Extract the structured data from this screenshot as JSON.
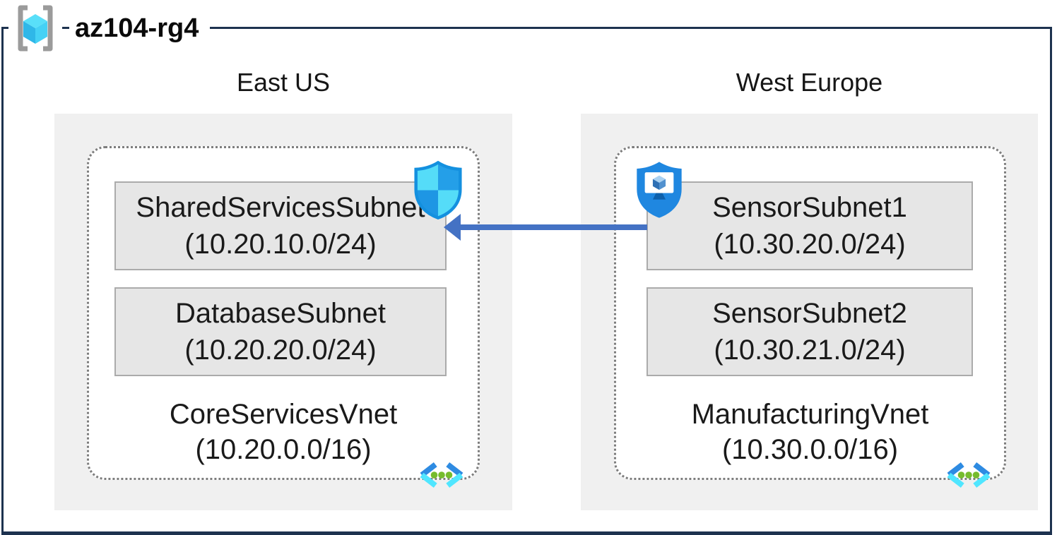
{
  "resource_group": {
    "name": "az104-rg4",
    "icon": "resource-group-icon"
  },
  "regions": [
    {
      "name": "East US",
      "vnet": {
        "name": "CoreServicesVnet",
        "cidr": "(10.20.0.0/16)",
        "icon": "virtual-network-icon",
        "subnets": [
          {
            "name": "SharedServicesSubnet",
            "cidr": "(10.20.10.0/24)",
            "badge_icon": "network-security-group-shield-icon"
          },
          {
            "name": "DatabaseSubnet",
            "cidr": "(10.20.20.0/24)"
          }
        ]
      }
    },
    {
      "name": "West Europe",
      "vnet": {
        "name": "ManufacturingVnet",
        "cidr": "(10.30.0.0/16)",
        "icon": "virtual-network-icon",
        "subnets": [
          {
            "name": "SensorSubnet1",
            "cidr": "(10.30.20.0/24)",
            "badge_icon": "application-security-group-shield-icon"
          },
          {
            "name": "SensorSubnet2",
            "cidr": "(10.30.21.0/24)"
          }
        ]
      }
    }
  ],
  "connection": {
    "from_subnet": "SensorSubnet1",
    "to_subnet": "SharedServicesSubnet",
    "arrow_direction": "left",
    "color": "#4472c4"
  },
  "colors": {
    "frame_border": "#1d324f",
    "region_fill": "#f0f0f0",
    "vnet_fill": "#ffffff",
    "vnet_dotted_border": "#7d7d7d",
    "subnet_fill": "#e6e6e6",
    "subnet_border": "#ababab",
    "arrow": "#4472c4",
    "icon_light_cyan": "#50e6ff",
    "icon_blue": "#1b93eb",
    "icon_green": "#76bc2d"
  }
}
